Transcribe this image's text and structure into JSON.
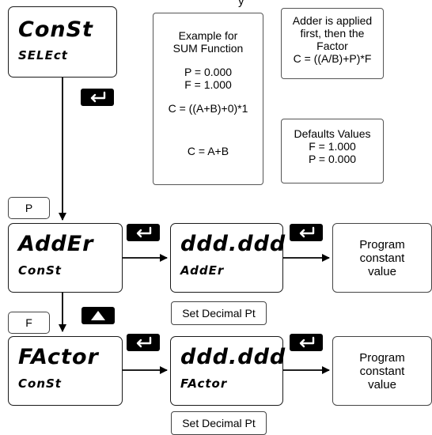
{
  "header_text": "y",
  "const_select": {
    "line1": "ConSt",
    "line2": "SELEct"
  },
  "example_box": {
    "lines": [
      "Example for",
      "SUM Function",
      "",
      "P = 0.000",
      "F = 1.000",
      "",
      "C = ((A+B)+0)*1",
      "",
      "",
      "C = A+B"
    ]
  },
  "adder_note": {
    "lines": [
      "Adder is applied",
      "first, then the",
      "Factor",
      "C = ((A/B)+P)*F"
    ]
  },
  "defaults_note": {
    "lines": [
      "Defaults Values",
      "F = 1.000",
      "P = 0.000"
    ]
  },
  "adder_row": {
    "key": "P",
    "display": {
      "line1": "AddEr",
      "line2": "ConSt"
    },
    "value_display": {
      "line1": "ddd.ddd",
      "line2": "AddEr"
    },
    "decimal_label": "Set Decimal Pt",
    "program_box": [
      "Program",
      "constant",
      "value"
    ]
  },
  "factor_row": {
    "key": "F",
    "display": {
      "line1": "FActor",
      "line2": "ConSt"
    },
    "value_display": {
      "line1": "ddd.ddd",
      "line2": "FActor"
    },
    "decimal_label": "Set Decimal Pt",
    "program_box": [
      "Program",
      "constant",
      "value"
    ]
  },
  "icons": {
    "enter": "enter-key-icon",
    "up": "up-arrow-key-icon"
  }
}
